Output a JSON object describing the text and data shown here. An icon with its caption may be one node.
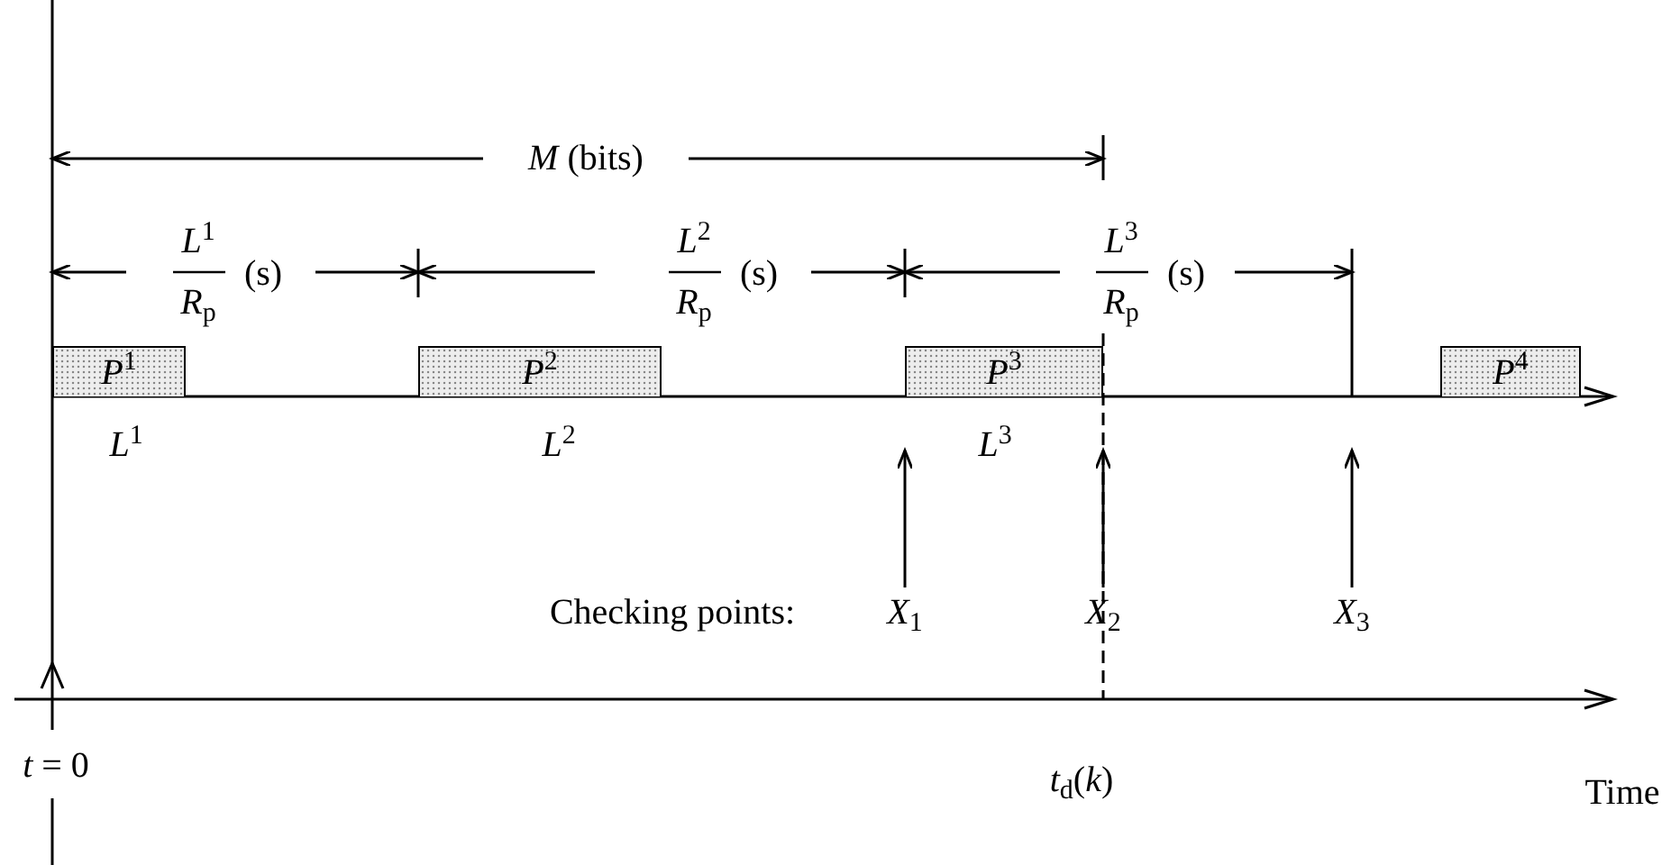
{
  "diagram": {
    "nodes": [
      {
        "text": [
          "*P*$^{1}$"
        ],
        "beside": [
          "*L*$^{1}$"
        ]
      },
      {
        "text": [
          "*P*$^{2}$"
        ],
        "beside": [
          "*L*$^{2}$"
        ]
      },
      {
        "text": [
          "*P*$^{3}$"
        ],
        "beside": [
          "*L*$^{3}$"
        ]
      },
      {
        "text": [
          "*P*$^{4}$"
        ]
      },
      {
        "text": [
          "*X*$_{1}$"
        ]
      },
      {
        "text": [
          "*X*$_{2}$"
        ]
      },
      {
        "text": [
          "*X*$_{3}$"
        ]
      }
    ],
    "edges": [
      {
        "from": 4,
        "to": null,
        "arrow": "to"
      },
      {
        "from": 5,
        "to": null,
        "arrow": "to"
      },
      {
        "from": 6,
        "to": null,
        "arrow": "to"
      }
    ],
    "labels": [
      "*M* (bits)",
      "*L*$^{1}$",
      "*R*$_{p}$",
      "(s)",
      "*L*$^{2}$",
      "*R*$_{p}$",
      "(s)",
      "*L*$^{3}$",
      "*R*$_{p}$",
      "(s)",
      "Checking points:",
      "*t* = 0",
      "*t*$_{d}$(*k*)",
      "Time"
    ]
  }
}
